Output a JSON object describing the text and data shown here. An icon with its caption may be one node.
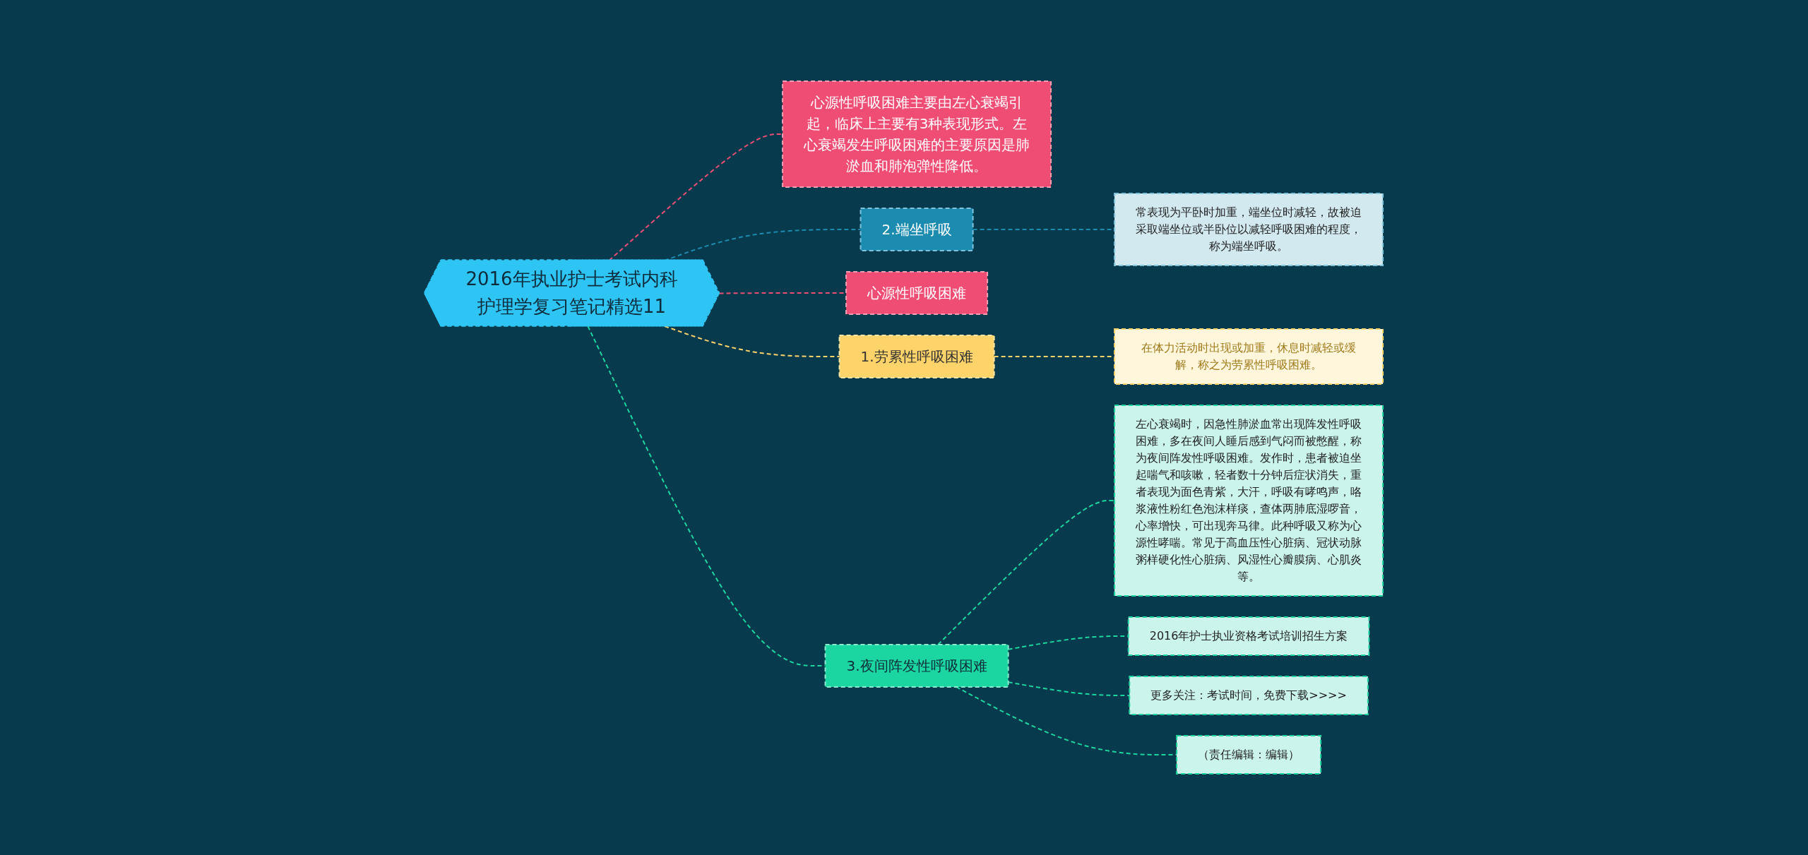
{
  "diagram": {
    "nodes": [
      {
        "text": [
          "2016年执业护士考试内科护理学复习笔记精选11"
        ]
      },
      {
        "text": [
          "心源性呼吸困难主要由左心衰竭引起，临床上主要有3种表现形式。左心衰竭发生呼吸困难的主要原因是肺淤血和肺泡弹性降低。"
        ]
      },
      {
        "text": [
          "2.端坐呼吸"
        ]
      },
      {
        "text": [
          "常表现为平卧时加重，端坐位时减轻，故被迫采取端坐位或半卧位以减轻呼吸困难的程度，称为端坐呼吸。"
        ]
      },
      {
        "text": [
          "心源性呼吸困难"
        ]
      },
      {
        "text": [
          "1.劳累性呼吸困难"
        ]
      },
      {
        "text": [
          "在体力活动时出现或加重，休息时减轻或缓解，称之为劳累性呼吸困难。"
        ]
      },
      {
        "text": [
          "3.夜间阵发性呼吸困难"
        ]
      },
      {
        "text": [
          "左心衰竭时，因急性肺淤血常出现阵发性呼吸困难，多在夜间人睡后感到气闷而被憋醒，称为夜间阵发性呼吸困难。发作时，患者被迫坐起喘气和咳嗽，轻者数十分钟后症状消失，重者表现为面色青紫，大汗，呼吸有哮鸣声，咯浆液性粉红色泡沫样痰，查体两肺底湿啰音，心率增快，可出现奔马律。此种呼吸又称为心源性哮喘。常见于高血压性心脏病、冠状动脉粥样硬化性心脏病、风湿性心瓣膜病、心肌炎等。"
        ]
      },
      {
        "text": [
          "2016年护士执业资格考试培训招生方案"
        ]
      },
      {
        "text": [
          "更多关注：考试时间，免费下载>>>>"
        ]
      },
      {
        "text": [
          "（责任编辑：编辑）"
        ]
      }
    ],
    "edges": [
      {
        "from": 0,
        "to": 1,
        "arrow": "none",
        "style": "dashed",
        "color": "#ef4d74"
      },
      {
        "from": 0,
        "to": 2,
        "arrow": "none",
        "style": "dashed",
        "color": "#1b8bb0"
      },
      {
        "from": 2,
        "to": 3,
        "arrow": "none",
        "style": "dashed",
        "color": "#1b8bb0"
      },
      {
        "from": 0,
        "to": 4,
        "arrow": "none",
        "style": "dashed",
        "color": "#ef4d74"
      },
      {
        "from": 0,
        "to": 5,
        "arrow": "none",
        "style": "dashed",
        "color": "#fdd36a"
      },
      {
        "from": 5,
        "to": 6,
        "arrow": "none",
        "style": "dashed",
        "color": "#fdd36a"
      },
      {
        "from": 0,
        "to": 7,
        "arrow": "none",
        "style": "dashed"
      },
      {
        "from": 7,
        "to": 8,
        "arrow": "none",
        "style": "dashed"
      },
      {
        "from": 7,
        "to": 9,
        "arrow": "none",
        "style": "dashed"
      },
      {
        "from": 7,
        "to": 10,
        "arrow": "none",
        "style": "dashed"
      },
      {
        "from": 7,
        "to": 11,
        "arrow": "none",
        "style": "dashed"
      }
    ]
  }
}
